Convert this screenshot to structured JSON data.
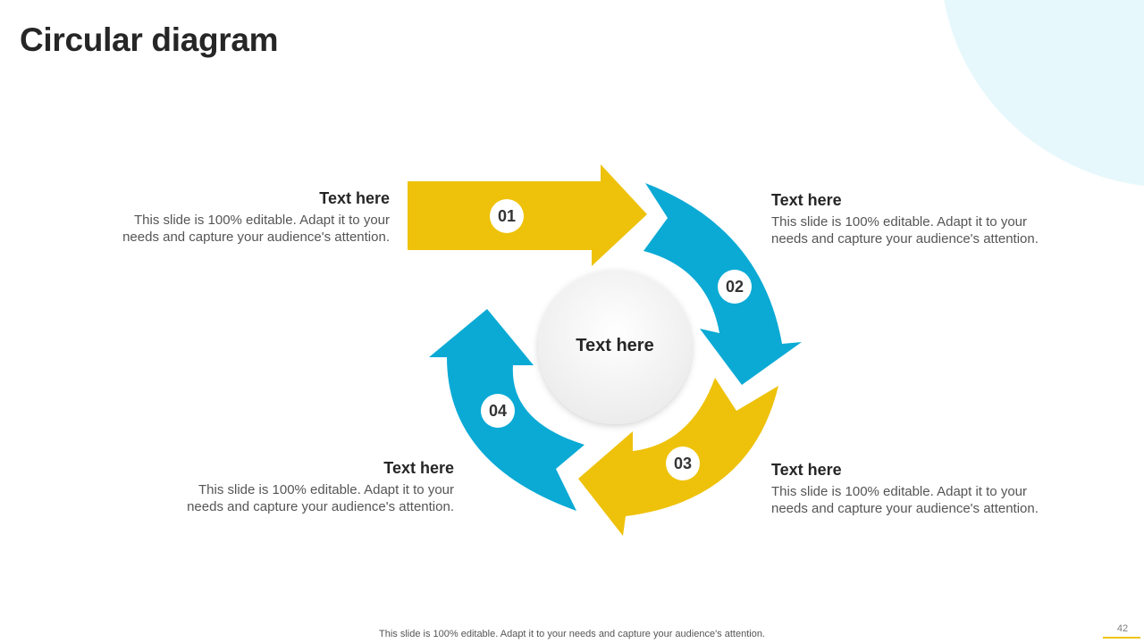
{
  "title": "Circular diagram",
  "center_label": "Text here",
  "colors": {
    "yellow": "#EEC20B",
    "blue": "#0AAAD5",
    "background_accent": "#E7F8FC"
  },
  "steps": [
    {
      "number": "01",
      "heading": "Text here",
      "body": "This slide is 100% editable. Adapt it to your needs and capture your audience's attention.",
      "color": "yellow"
    },
    {
      "number": "02",
      "heading": "Text here",
      "body": "This slide is 100% editable. Adapt it to your needs and capture your audience's attention.",
      "color": "blue"
    },
    {
      "number": "03",
      "heading": "Text here",
      "body": "This slide is 100% editable. Adapt it to your needs and capture your audience's attention.",
      "color": "yellow"
    },
    {
      "number": "04",
      "heading": "Text here",
      "body": "This slide is 100% editable. Adapt it to your needs and capture your audience's attention.",
      "color": "blue"
    }
  ],
  "footer_note": "This slide is 100% editable. Adapt it to your needs and capture your audience's attention.",
  "page_number": "42"
}
